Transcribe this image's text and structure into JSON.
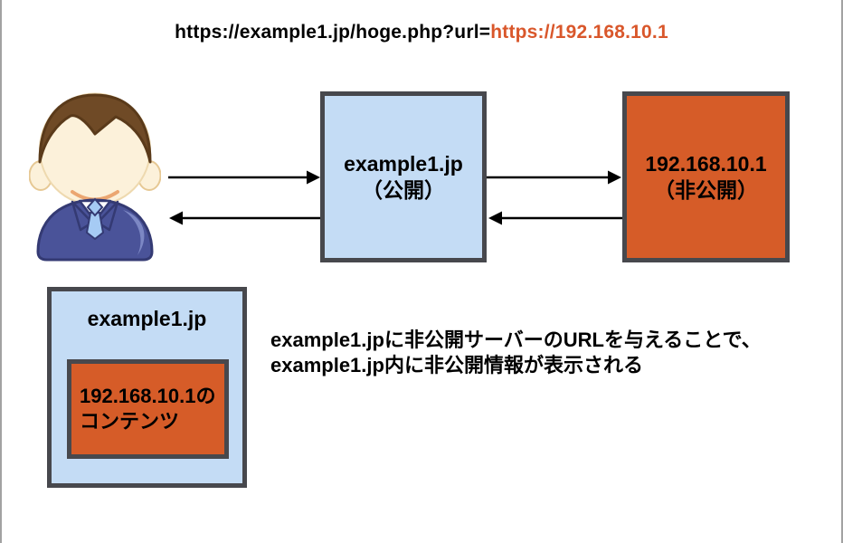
{
  "title": {
    "base": "https://example1.jp/hoge.php?url=",
    "target": "https://192.168.10.1"
  },
  "colors": {
    "highlight": "#d9572b",
    "public_fill": "#c4dcf5",
    "private_fill": "#d65c28",
    "box_border": "#47484d"
  },
  "diagram": {
    "user_icon": "businessman-avatar",
    "public_server": {
      "name": "example1.jp",
      "visibility": "（公開）"
    },
    "private_server": {
      "name": "192.168.10.1",
      "visibility": "（非公開）"
    },
    "arrows": [
      {
        "from": "user",
        "to": "public-server",
        "direction": "right"
      },
      {
        "from": "public-server",
        "to": "user",
        "direction": "left"
      },
      {
        "from": "public-server",
        "to": "private-server",
        "direction": "right"
      },
      {
        "from": "private-server",
        "to": "public-server",
        "direction": "left"
      }
    ]
  },
  "result_panel": {
    "outer_label": "example1.jp",
    "inner_line1": "192.168.10.1の",
    "inner_line2": "コンテンツ"
  },
  "caption": {
    "line1": "example1.jpに非公開サーバーのURLを与えることで、",
    "line2": "example1.jp内に非公開情報が表示される"
  }
}
